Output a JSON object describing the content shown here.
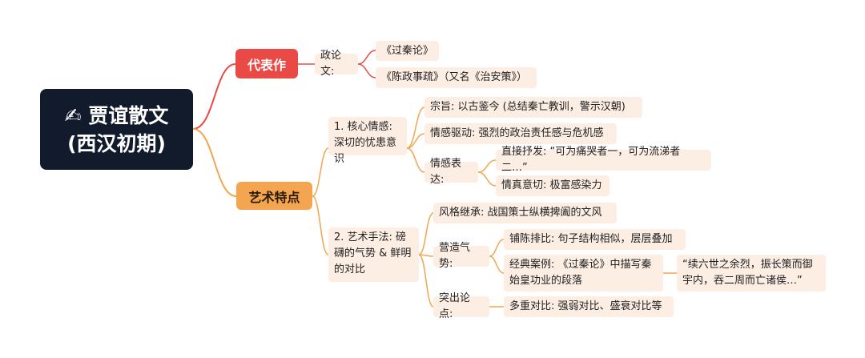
{
  "root": {
    "icon": "✍",
    "title": "贾谊散文",
    "subtitle": "(西汉初期)"
  },
  "branch1": {
    "label": "代表作",
    "group": "政论文:",
    "items": [
      "《过秦论》",
      "《陈政事疏》（又名《治安策》）"
    ]
  },
  "branch2": {
    "label": "艺术特点",
    "section1": {
      "label": "1. 核心情感: 深切的忧患意识",
      "purpose": "宗旨: 以古鉴今 (总结秦亡教训，警示汉朝)",
      "driver": "情感驱动: 强烈的政治责任感与危机感",
      "expression": {
        "label": "情感表达:",
        "items": [
          "直接抒发: “可为痛哭者一，可为流涕者二…”",
          "情真意切: 极富感染力"
        ]
      }
    },
    "section2": {
      "label": "2. 艺术手法: 磅礴的气势 & 鲜明的对比",
      "style": "风格继承: 战国策士纵横捭阖的文风",
      "momentum": {
        "label": "营造气势:",
        "parallel": "铺陈排比: 句子结构相似，层层叠加",
        "example": "经典案例: 《过秦论》中描写秦始皇功业的段落",
        "quote": "“续六世之余烈，振长策而御宇内，吞二周而亡诸侯…”"
      },
      "contrast": {
        "label": "突出论点:",
        "item": "多重对比: 强弱对比、盛衰对比等"
      }
    }
  },
  "colors": {
    "root_bg": "#121b2b",
    "branch1": "#e94a46",
    "branch2": "#f3a54f",
    "leaf_bg": "#fdeee4"
  }
}
